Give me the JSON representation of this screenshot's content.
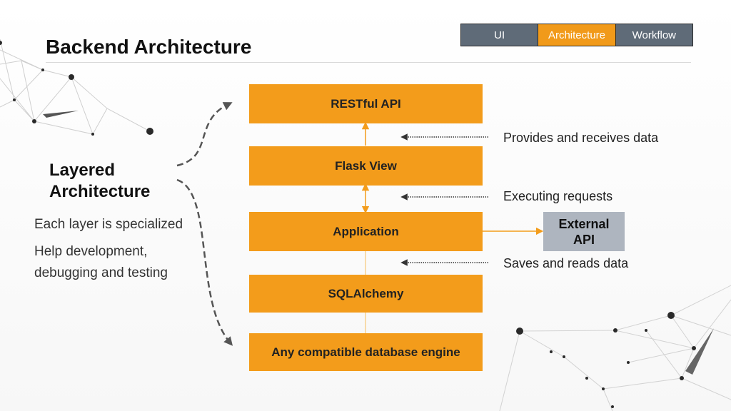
{
  "page": {
    "title": "Backend Architecture"
  },
  "tabs": [
    {
      "label": "UI",
      "active": false
    },
    {
      "label": "Architecture",
      "active": true
    },
    {
      "label": "Workflow",
      "active": false
    }
  ],
  "layers": [
    {
      "label": "RESTful API"
    },
    {
      "label": "Flask View"
    },
    {
      "label": "Application"
    },
    {
      "label": "SQLAlchemy"
    },
    {
      "label": "Any compatible database engine"
    }
  ],
  "annotations": [
    {
      "label": "Provides and receives data"
    },
    {
      "label": "Executing requests"
    },
    {
      "label": "Saves and reads data"
    }
  ],
  "external": {
    "line1": "External",
    "line2": "API"
  },
  "left_panel": {
    "heading_line1": "Layered",
    "heading_line2": "Architecture",
    "point1": "Each layer is specialized",
    "point2_line1": "Help development,",
    "point2_line2": "debugging and testing"
  },
  "colors": {
    "layer": "#f39c1b",
    "active_tab": "#f19a1a",
    "inactive_tab": "#5f6b78",
    "external_box": "#aeb5bf",
    "connector": "#4a4a4a"
  }
}
